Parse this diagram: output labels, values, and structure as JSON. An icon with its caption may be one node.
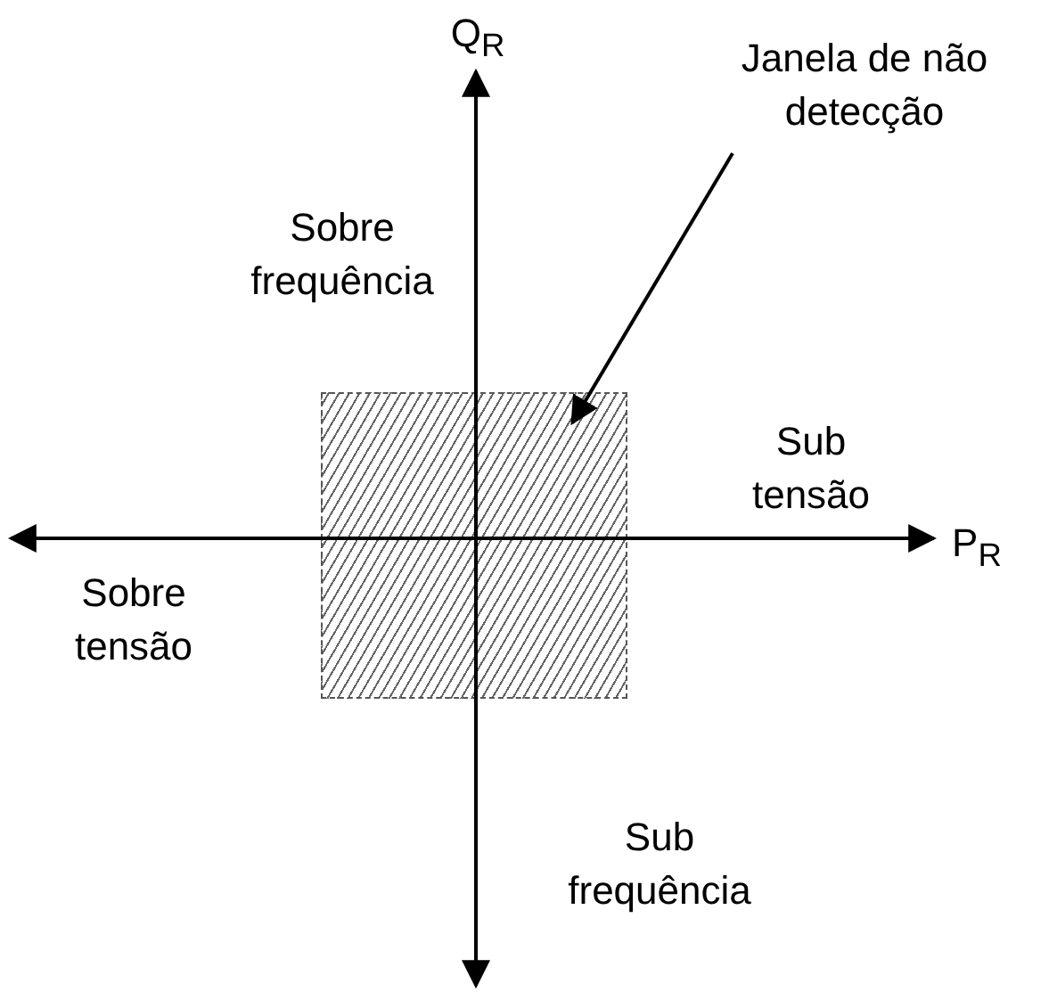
{
  "diagram": {
    "nodes": [
      {
        "text": [
          "Janela de não detecção"
        ]
      },
      {
        "text": [],
        "shape": "box"
      }
    ],
    "edges": [
      {
        "from": 0,
        "to": 1,
        "arrow": "to"
      }
    ],
    "labels": [
      "Q$_{R}$",
      "Sobre frequência",
      "Sub tensão",
      "P$_{R}$",
      "Sobre tensão",
      "Sub frequência"
    ]
  }
}
